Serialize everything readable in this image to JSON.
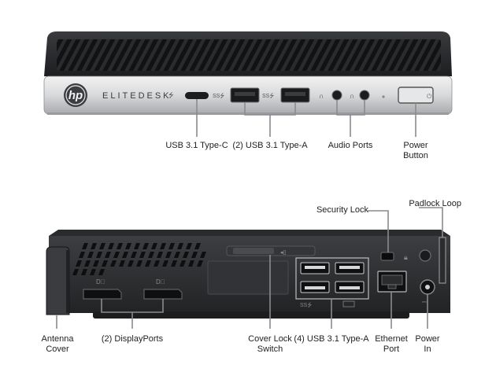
{
  "front": {
    "brand_logo": "hp",
    "model_name": "ELITEDESK",
    "labels": {
      "usb_c": "USB 3.1 Type-C",
      "usb_a": "(2) USB 3.1 Type-A",
      "audio": "Audio Ports",
      "power_line1": "Power",
      "power_line2": "Button"
    }
  },
  "rear": {
    "labels": {
      "security_lock": "Security Lock",
      "padlock_loop": "Padlock Loop",
      "antenna_line1": "Antenna",
      "antenna_line2": "Cover",
      "displayports": "(2) DisplayPorts",
      "cover_lock_line1": "Cover Lock",
      "cover_lock_line2": "Switch",
      "usb_a4": "(4) USB 3.1 Type-A",
      "ethernet_line1": "Ethernet",
      "ethernet_line2": "Port",
      "power_in_line1": "Power",
      "power_in_line2": "In"
    }
  },
  "colors": {
    "chassis": "#2b2c2e",
    "silver": "#c9cacc",
    "callout": "#8a8b8d"
  }
}
